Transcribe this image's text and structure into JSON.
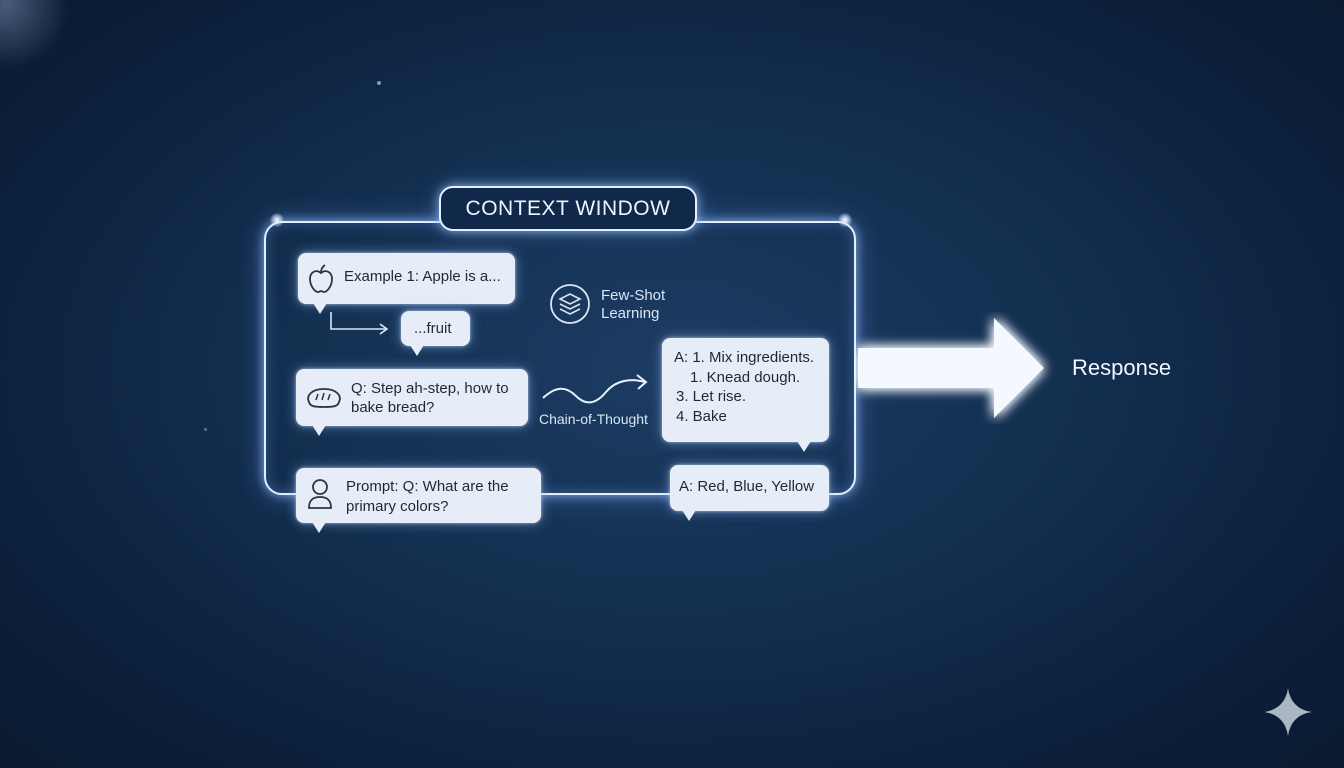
{
  "title": "CONTEXT WINDOW",
  "few_shot": {
    "example_text": "Example 1: Apple is a...",
    "answer_text": "...fruit",
    "label_line1": "Few-Shot",
    "label_line2": "Learning",
    "example_icon": "apple-icon",
    "label_icon": "stack-icon"
  },
  "chain_of_thought": {
    "question_line1": "Q: Step ah-step, how to",
    "question_line2": "bake bread?",
    "question_icon": "bread-icon",
    "label": "Chain-of-Thought",
    "answer_lines": [
      "A: 1. Mix ingredients.",
      "1. Knead dough.",
      "3. Let rise.",
      "4. Bake"
    ]
  },
  "prompt": {
    "line1": "Prompt: Q: What are the",
    "line2": "primary colors?",
    "icon": "user-icon",
    "answer": "A: Red, Blue, Yellow"
  },
  "output_label": "Response",
  "colors": {
    "background": "#0d2340",
    "frame_glow": "#e3efff",
    "bubble_fill": "#e6edf6",
    "bubble_text": "#1d2838"
  }
}
